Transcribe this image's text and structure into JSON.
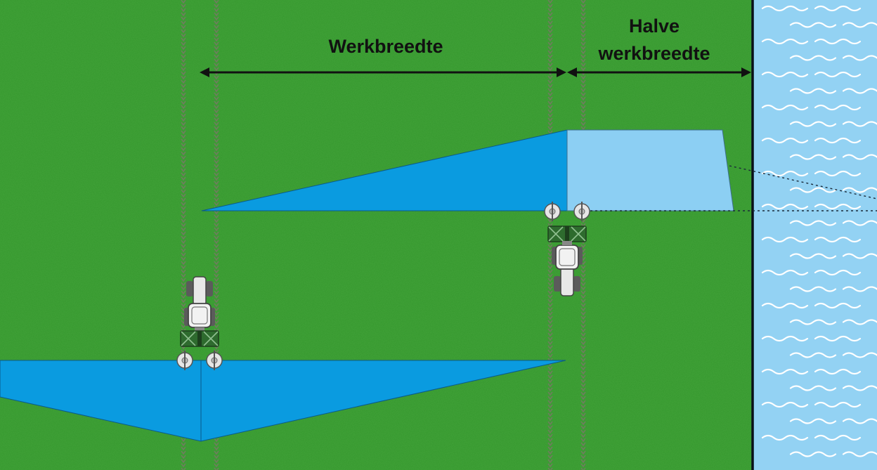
{
  "labels": {
    "working_width": "Werkbreedte",
    "half_working_width_line1": "Halve",
    "half_working_width_line2": "werkbreedte"
  },
  "colors": {
    "field": "#43a33a",
    "tramline": "#6f7d5e",
    "spread_pattern": "#0a9be0",
    "border_spread": "#8ccff3",
    "water": "#93d2f3",
    "wave": "#ffffff",
    "edge_line": "#0a0f1a",
    "arrow": "#111111"
  },
  "icons": {
    "tractor": "tractor-icon",
    "spreader": "fertilizer-spreader-icon",
    "spinner_disc": "spinner-disc-icon",
    "water": "waterway-icon"
  }
}
